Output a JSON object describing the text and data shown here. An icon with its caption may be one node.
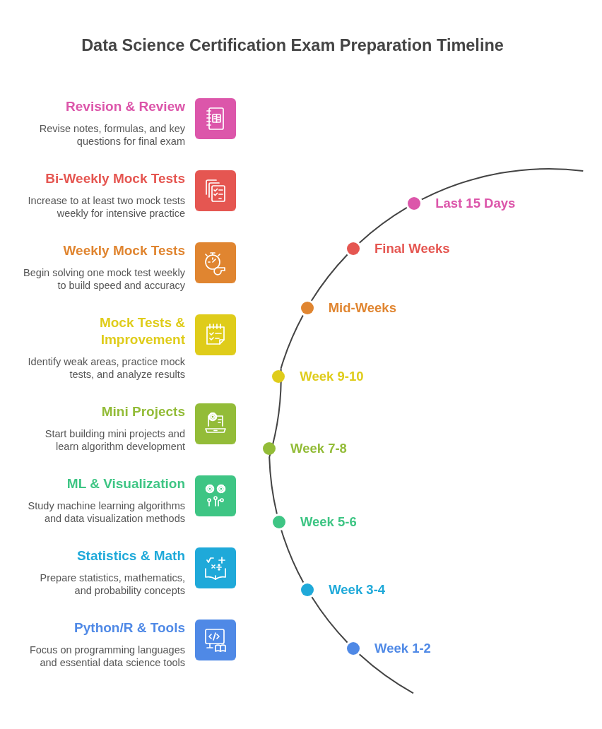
{
  "diagram": {
    "title": "Data Science Certification Exam Preparation Timeline",
    "nodes": [
      {
        "text": [
          "Revision & Review",
          "Revise notes, formulas, and key questions for final exam"
        ]
      },
      {
        "text": [
          "Bi-Weekly Mock Tests",
          "Increase to at least two mock tests weekly for intensive practice"
        ]
      },
      {
        "text": [
          "Weekly Mock Tests",
          "Begin solving one mock test weekly to build speed and accuracy"
        ]
      },
      {
        "text": [
          "Mock Tests & Improvement",
          "Identify weak areas, practice mock tests, and analyze results"
        ]
      },
      {
        "text": [
          "Mini Projects",
          "Start building mini projects and learn algorithm development"
        ]
      },
      {
        "text": [
          "ML & Visualization",
          "Study machine learning algorithms and data visualization methods"
        ]
      },
      {
        "text": [
          "Statistics & Math",
          "Prepare statistics, mathematics, and probability concepts"
        ]
      },
      {
        "text": [
          "Python/R & Tools",
          "Focus on programming languages and essential data science tools"
        ]
      },
      {
        "text": [],
        "shape": "circle",
        "beside": [
          "Last 15 Days"
        ]
      },
      {
        "text": [],
        "shape": "circle",
        "beside": [
          "Final Weeks"
        ]
      },
      {
        "text": [],
        "shape": "circle",
        "beside": [
          "Mid-Weeks"
        ]
      },
      {
        "text": [],
        "shape": "circle",
        "beside": [
          "Week 9-10"
        ]
      },
      {
        "text": [],
        "shape": "circle",
        "beside": [
          "Week 7-8"
        ]
      },
      {
        "text": [],
        "shape": "circle",
        "beside": [
          "Week 5-6"
        ]
      },
      {
        "text": [],
        "shape": "circle",
        "beside": [
          "Week 3-4"
        ]
      },
      {
        "text": [],
        "shape": "circle",
        "beside": [
          "Week 1-2"
        ]
      }
    ],
    "edges": [
      {
        "from": null,
        "to": 15,
        "arrow": "none"
      },
      {
        "from": 15,
        "to": 14,
        "arrow": "none"
      },
      {
        "from": 14,
        "to": 13,
        "arrow": "none"
      },
      {
        "from": 13,
        "to": 12,
        "arrow": "none"
      },
      {
        "from": 12,
        "to": 11,
        "arrow": "none"
      },
      {
        "from": 11,
        "to": 10,
        "arrow": "none"
      },
      {
        "from": 10,
        "to": 9,
        "arrow": "none"
      },
      {
        "from": 9,
        "to": 8,
        "arrow": "none"
      },
      {
        "from": 8,
        "to": null,
        "arrow": "none"
      }
    ]
  }
}
